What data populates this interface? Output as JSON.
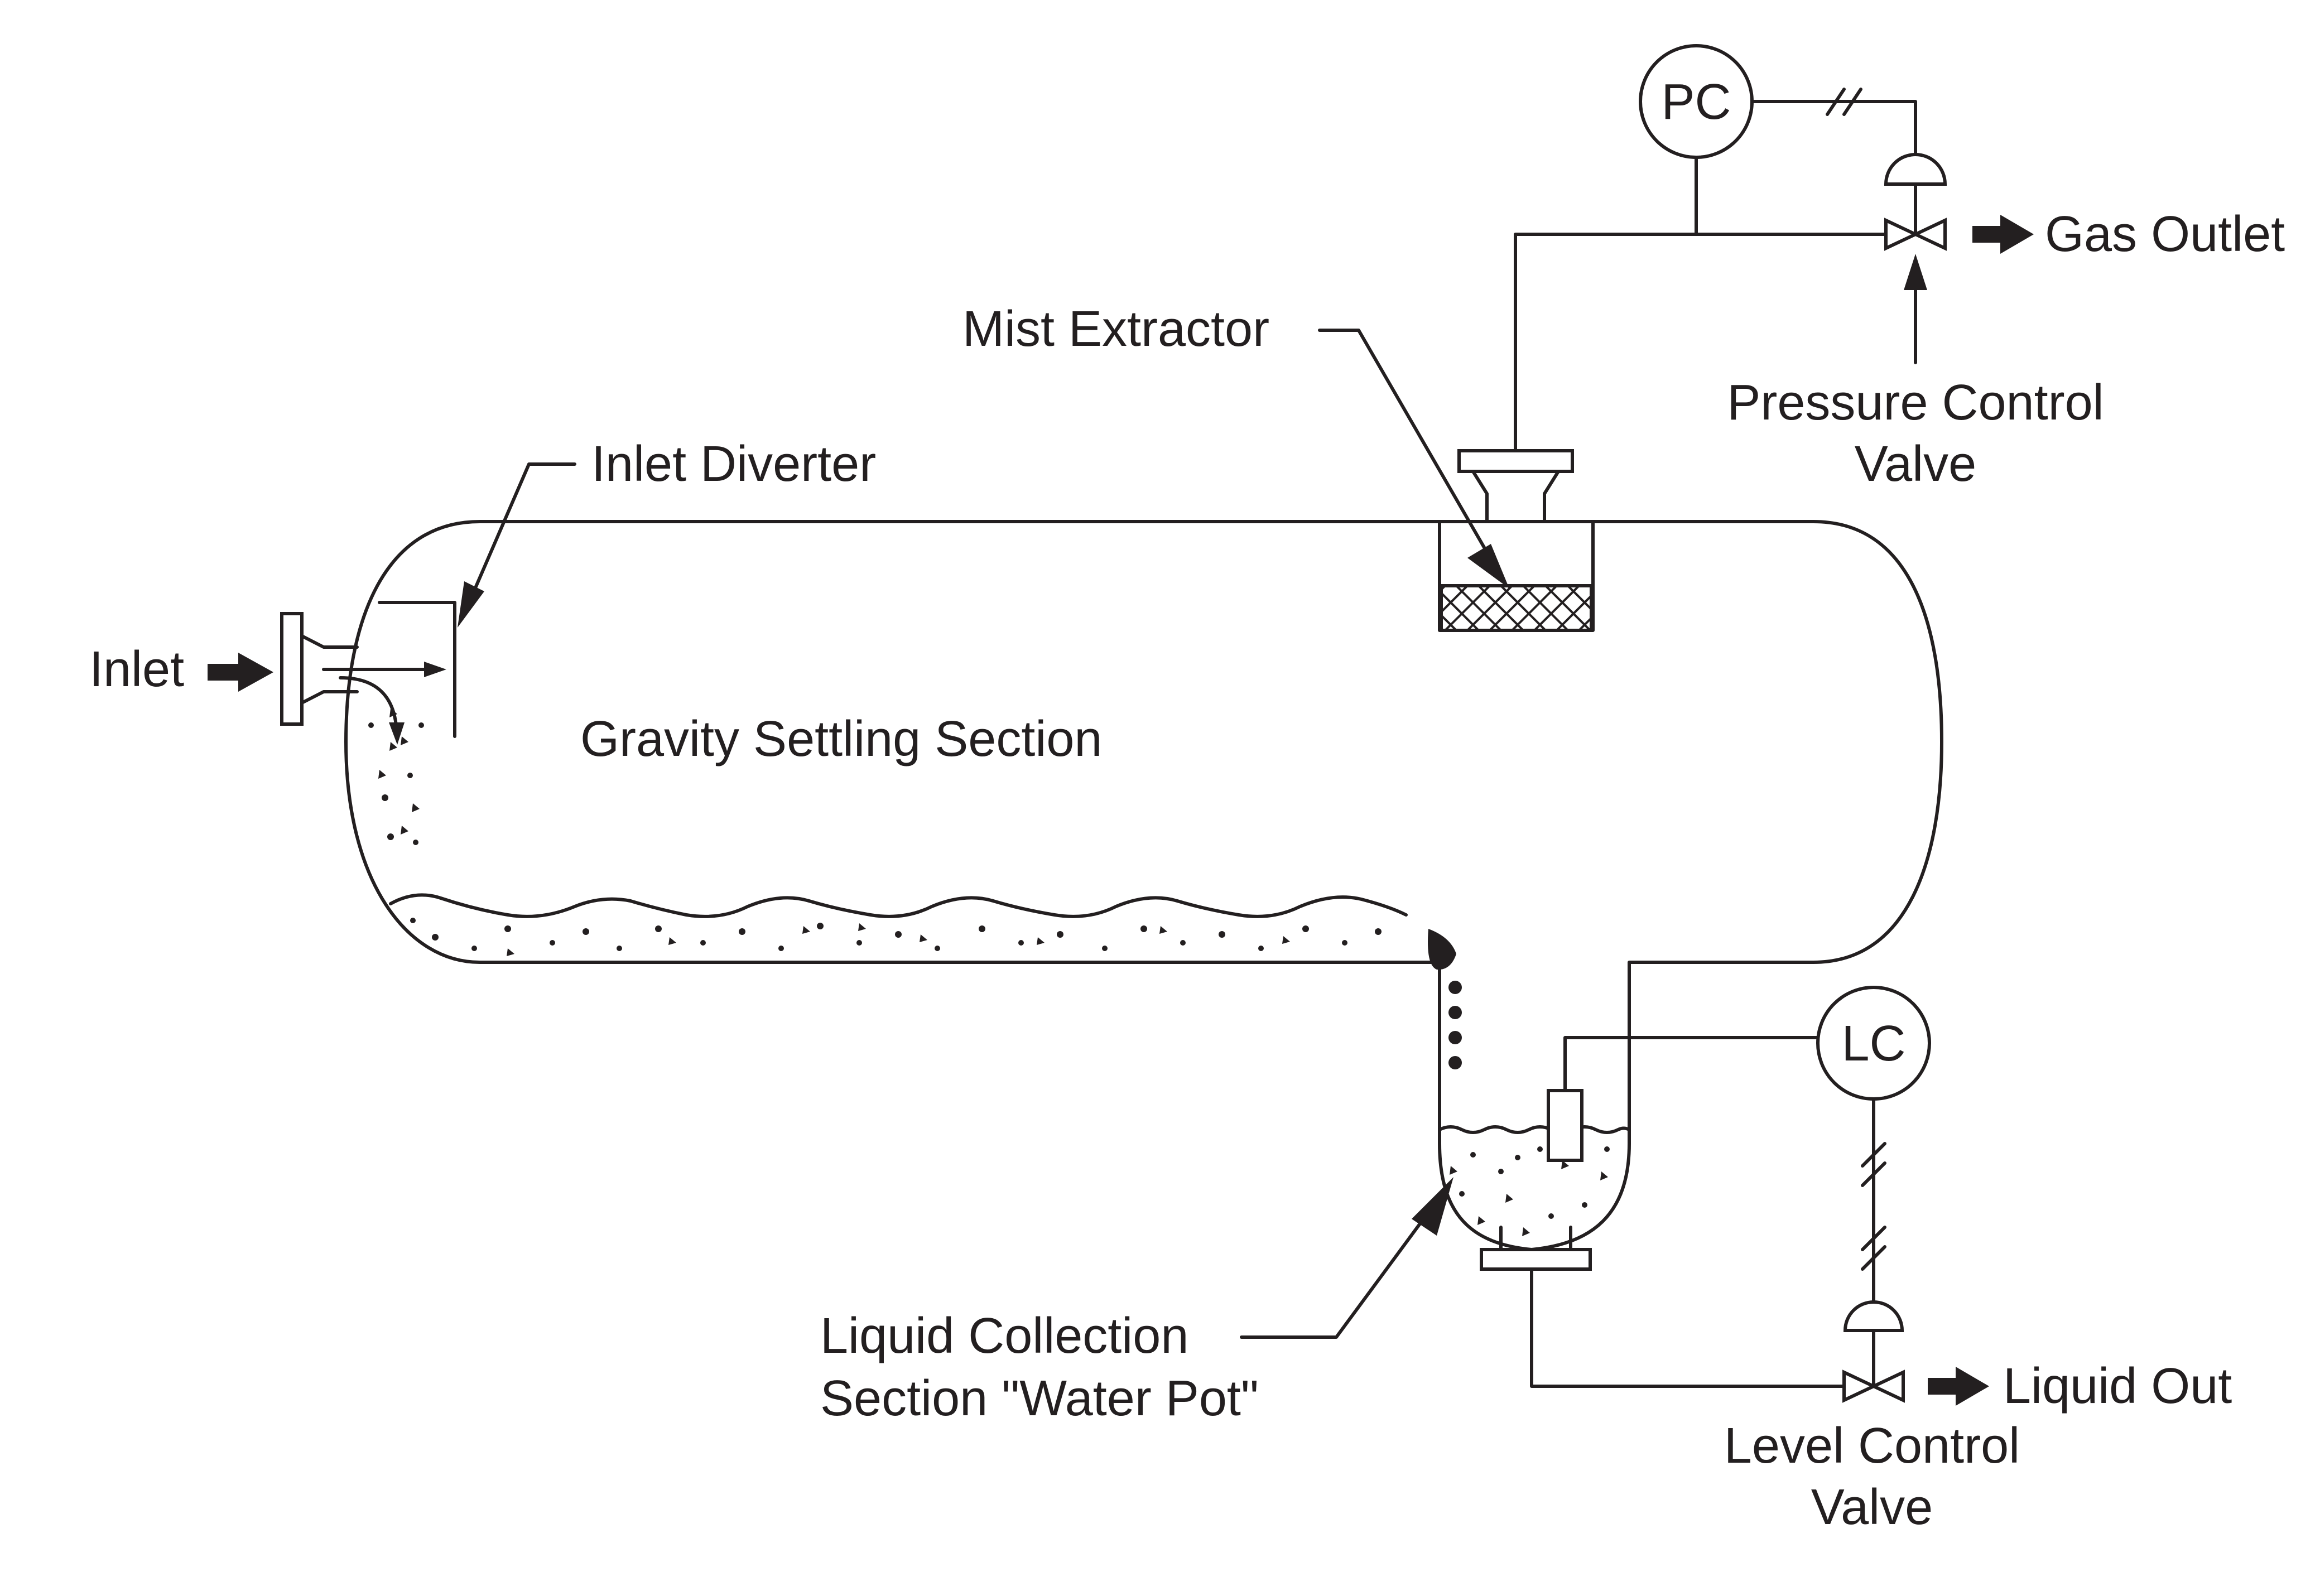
{
  "labels": {
    "inlet": "Inlet",
    "inlet_diverter": "Inlet Diverter",
    "gravity_settling": "Gravity Settling Section",
    "mist_extractor": "Mist Extractor",
    "gas_outlet": "Gas Outlet",
    "pressure_control_valve_line1": "Pressure Control",
    "pressure_control_valve_line2": "Valve",
    "liquid_collection_line1": "Liquid Collection",
    "liquid_collection_line2": "Section \"Water Pot\"",
    "liquid_out": "Liquid Out",
    "level_control_valve_line1": "Level Control",
    "level_control_valve_line2": "Valve"
  },
  "instruments": {
    "pressure_controller": "PC",
    "level_controller": "LC"
  },
  "colors": {
    "ink": "#231f20",
    "background": "#ffffff"
  }
}
